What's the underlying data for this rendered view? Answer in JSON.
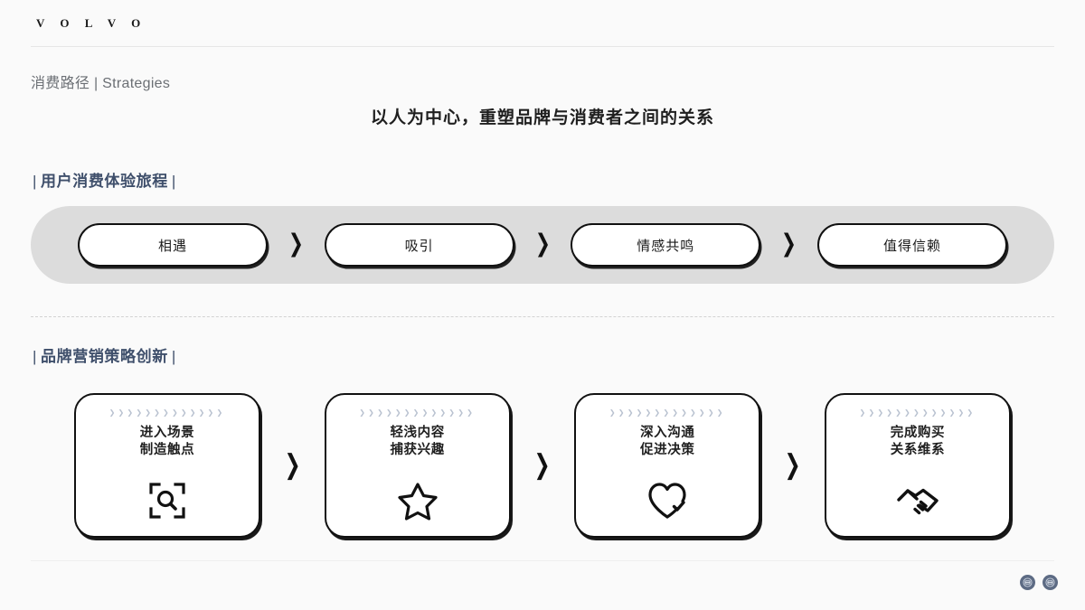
{
  "brand": {
    "logo_text": "V O L V O"
  },
  "header": {
    "breadcrumb": "消费路径 | Strategies",
    "headline": "以人为中心，重塑品牌与消费者之间的关系"
  },
  "sections": {
    "journey": {
      "title_open": "|",
      "title": "用户消费体验旅程",
      "title_close": "|",
      "steps": [
        {
          "label": "相遇"
        },
        {
          "label": "吸引"
        },
        {
          "label": "情感共鸣"
        },
        {
          "label": "值得信赖"
        }
      ],
      "separator": "❯"
    },
    "strategy": {
      "title_open": "|",
      "title": "品牌营销策略创新",
      "title_close": "|",
      "chevron_strip": "❯❯❯❯❯❯❯❯❯❯❯❯❯",
      "separator": "❯",
      "cards": [
        {
          "line1": "进入场景",
          "line2": "制造触点",
          "icon": "scan-search-icon"
        },
        {
          "line1": "轻浅内容",
          "line2": "捕获兴趣",
          "icon": "star-icon"
        },
        {
          "line1": "深入沟通",
          "line2": "促进决策",
          "icon": "heart-check-icon"
        },
        {
          "line1": "完成购买",
          "line2": "关系维系",
          "icon": "handshake-icon"
        }
      ]
    }
  },
  "footer": {
    "badges": [
      {
        "name": "badge-icon-1"
      },
      {
        "name": "badge-icon-2"
      }
    ]
  },
  "colors": {
    "page_background": "#fafafa",
    "section_title": "#3f4f6b",
    "band_background": "#dcdcdc",
    "outline": "#111111",
    "chevron_strip": "#b9c2d0",
    "badge": "#5d6b84",
    "breadcrumb_text": "#6b6f74"
  }
}
